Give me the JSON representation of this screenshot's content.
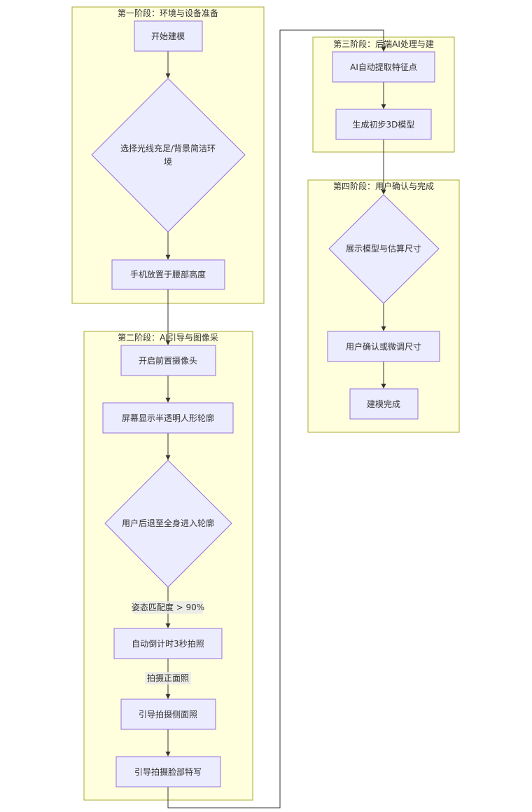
{
  "clusters": {
    "stage1": "第一阶段：环境与设备准备",
    "stage2": "第二阶段：AI引导与图像采",
    "stage3": "第三阶段：后端AI处理与建",
    "stage4": "第四阶段：用户确认与完成"
  },
  "nodes": {
    "start": "开始建模",
    "choose_line1": "选择光线充足/背景简洁环",
    "choose_line2": "境",
    "phone_waist": "手机放置于腰部高度",
    "front_camera": "开启前置摄像头",
    "silhouette": "屏幕显示半透明人形轮廓",
    "step_back": "用户后退至全身进入轮廓",
    "countdown": "自动倒计时3秒拍照",
    "side_photo": "引导拍摄侧面照",
    "face_photo": "引导拍摄脸部特写",
    "extract": "AI自动提取特征点",
    "initial_model": "生成初步3D模型",
    "show_model": "展示模型与估算尺寸",
    "confirm": "用户确认或微调尺寸",
    "done": "建模完成"
  },
  "edges": {
    "pose_match": "姿态匹配度 > 90%",
    "front_shot": "拍摄正面照"
  },
  "colors": {
    "cluster_fill": "#ffffde",
    "cluster_stroke": "#aaaa33",
    "node_fill": "#ececff",
    "node_stroke": "#9370db",
    "edge": "#333333"
  }
}
